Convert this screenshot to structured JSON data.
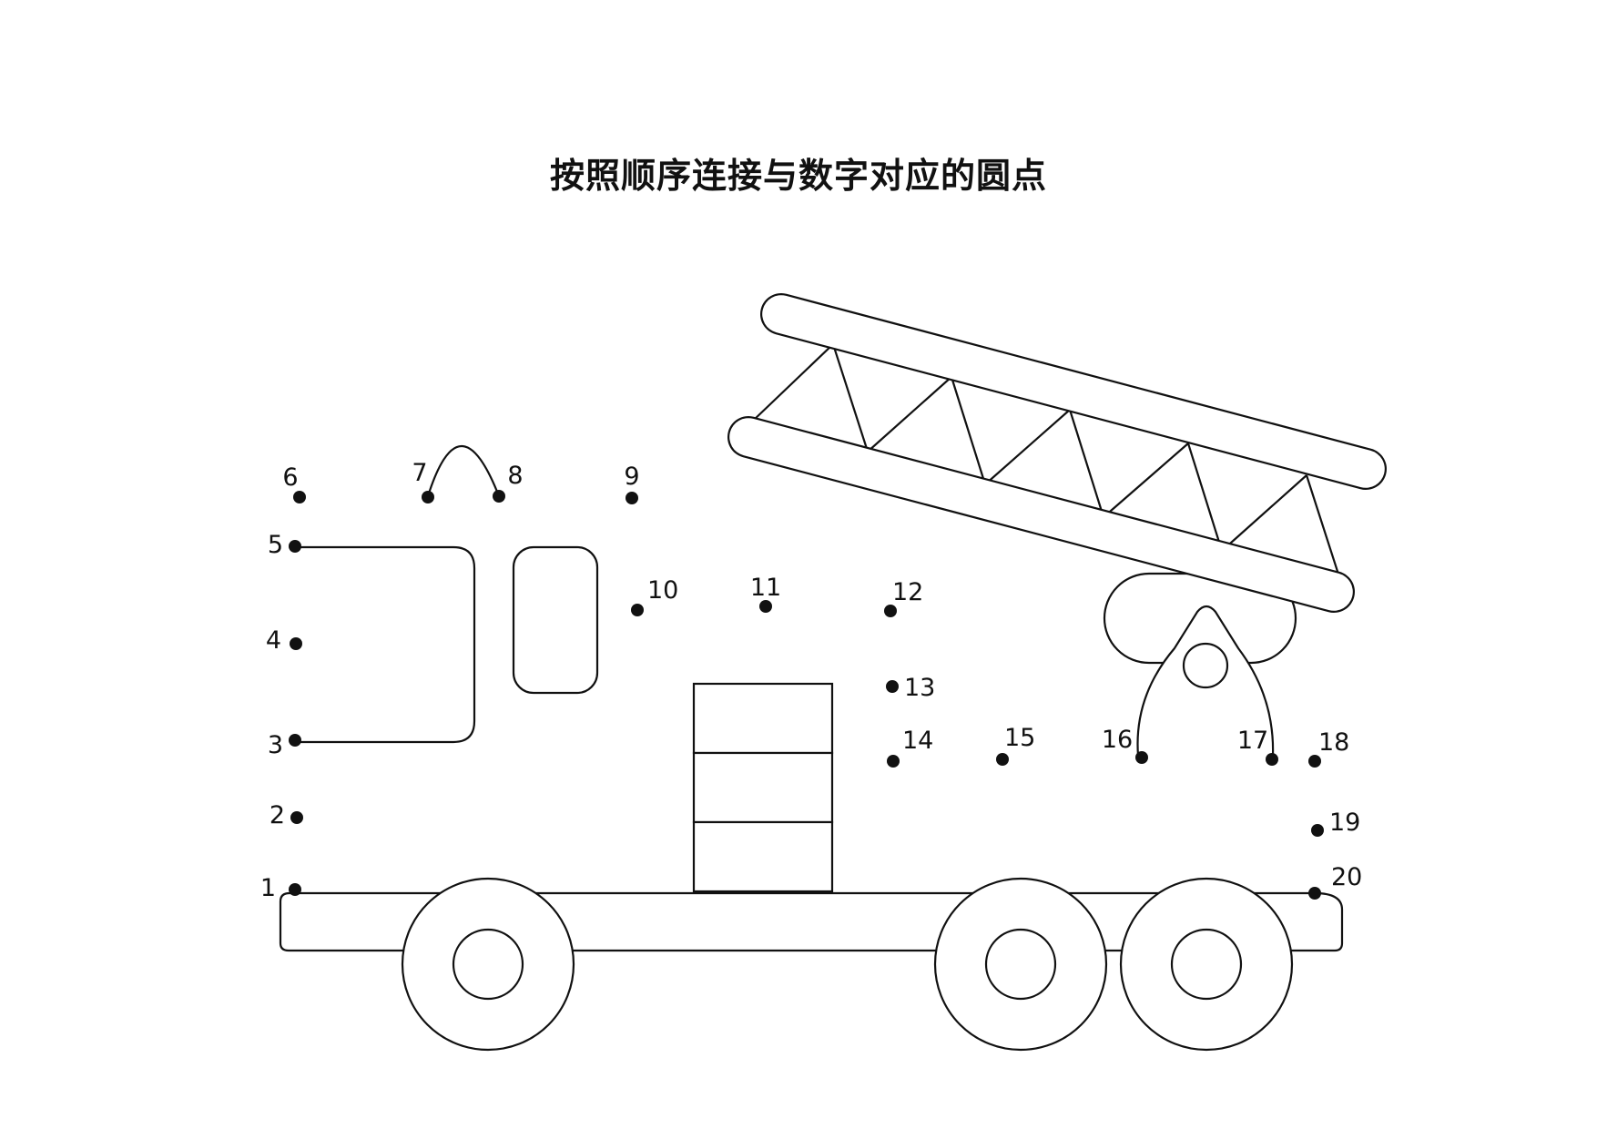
{
  "worksheet": {
    "title": "按照顺序连接与数字对应的圆点",
    "ink_color": "#111111",
    "background_color": "#ffffff"
  },
  "dots": [
    {
      "label": "1"
    },
    {
      "label": "2"
    },
    {
      "label": "3"
    },
    {
      "label": "4"
    },
    {
      "label": "5"
    },
    {
      "label": "6"
    },
    {
      "label": "7"
    },
    {
      "label": "8"
    },
    {
      "label": "9"
    },
    {
      "label": "10"
    },
    {
      "label": "11"
    },
    {
      "label": "12"
    },
    {
      "label": "13"
    },
    {
      "label": "14"
    },
    {
      "label": "15"
    },
    {
      "label": "16"
    },
    {
      "label": "17"
    },
    {
      "label": "18"
    },
    {
      "label": "19"
    },
    {
      "label": "20"
    }
  ]
}
